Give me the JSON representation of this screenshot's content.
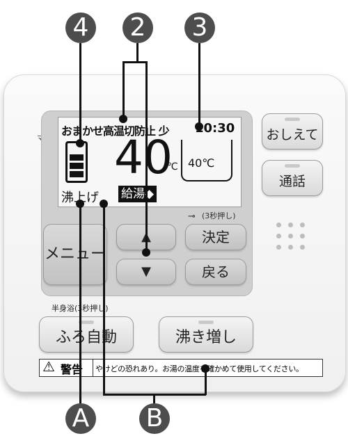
{
  "callouts": {
    "c4": "4",
    "c2": "2",
    "c3": "3",
    "cA": "A",
    "cB": "B"
  },
  "lcd": {
    "status_line": "おまかせ高温切防止 少",
    "clock": "10:30",
    "temperature": "40",
    "unit": "℃",
    "bath_temp": "40℃",
    "mode_label": "沸上げ",
    "mode_state": "給湯",
    "arrows": "◆"
  },
  "mic_label": "マイク",
  "keylock_hint": "(3秒押し)",
  "buttons": {
    "menu": "メニュー",
    "up": "▲",
    "down": "▼",
    "confirm": "決定",
    "back": "戻る",
    "help": "おしえて",
    "call": "通話",
    "auto_bath": "ふろ自動",
    "reheat": "沸き増し"
  },
  "half_bath_hint": "半身浴(3秒押し)",
  "warning": {
    "icon": "⚠",
    "title": "警告",
    "text": "やけどの恐れあり。お湯の温度を確かめて使用してください。"
  },
  "colors": {
    "callout": "#4d4d4d",
    "panel": "#f5f5f5"
  }
}
